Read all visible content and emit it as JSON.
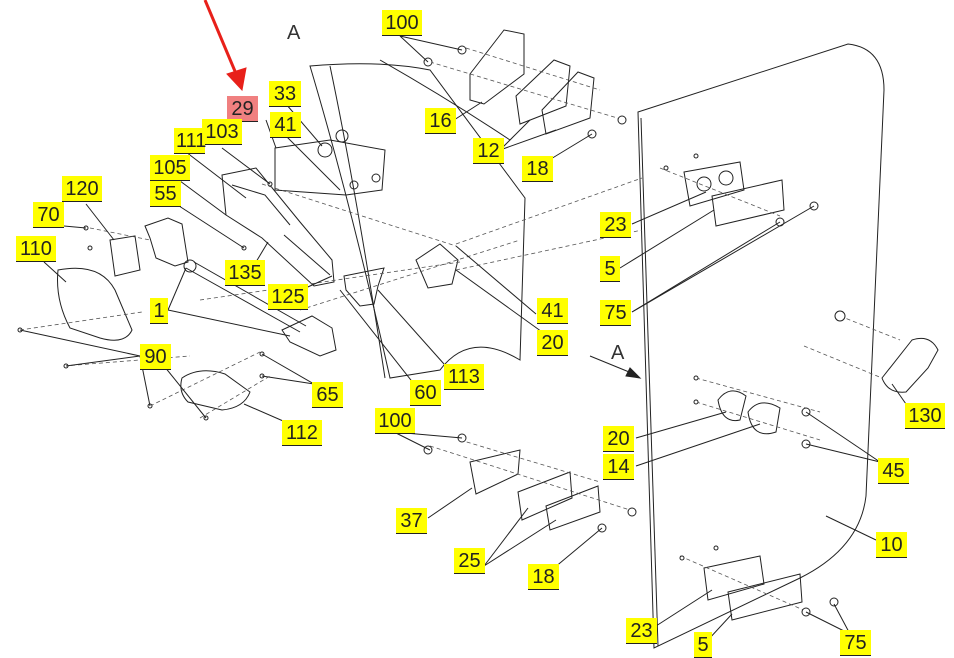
{
  "colors": {
    "label_background": "#ffff00",
    "highlight_background": "#f08080",
    "arrow": "#e8201a",
    "line": "#222222"
  },
  "highlighted_part": "29",
  "view_letters": [
    "A",
    "A"
  ],
  "callouts": [
    "100",
    "33",
    "29",
    "41",
    "103",
    "111",
    "16",
    "105",
    "12",
    "55",
    "18",
    "120",
    "70",
    "23",
    "110",
    "135",
    "125",
    "5",
    "1",
    "41",
    "75",
    "20",
    "90",
    "60",
    "113",
    "65",
    "100",
    "130",
    "112",
    "20",
    "14",
    "45",
    "37",
    "10",
    "25",
    "18",
    "23",
    "5",
    "75"
  ]
}
